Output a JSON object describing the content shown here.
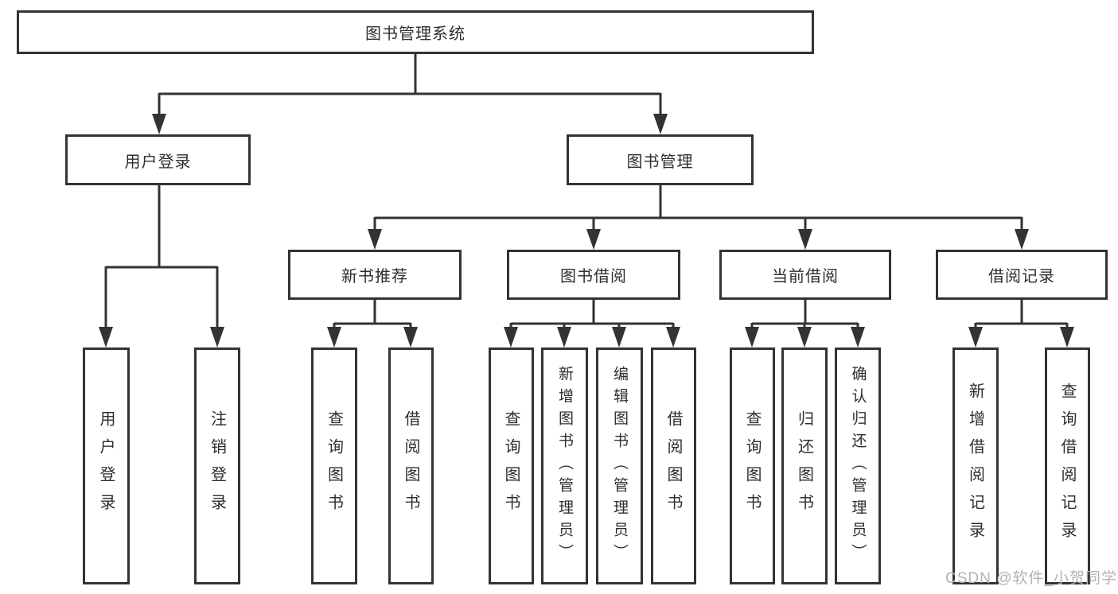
{
  "diagram": {
    "title": "图书管理系统",
    "root": {
      "label": "图书管理系统"
    },
    "branches": [
      {
        "label": "用户登录",
        "children": [
          {
            "label": "用户登录"
          },
          {
            "label": "注销登录"
          }
        ]
      },
      {
        "label": "图书管理",
        "children": [
          {
            "label": "新书推荐",
            "children": [
              {
                "label": "查询图书"
              },
              {
                "label": "借阅图书"
              }
            ]
          },
          {
            "label": "图书借阅",
            "children": [
              {
                "label": "查询图书"
              },
              {
                "label": "新增图书（管理员）"
              },
              {
                "label": "编辑图书（管理员）"
              },
              {
                "label": "借阅图书"
              }
            ]
          },
          {
            "label": "当前借阅",
            "children": [
              {
                "label": "查询图书"
              },
              {
                "label": "归还图书"
              },
              {
                "label": "确认归还（管理员）"
              }
            ]
          },
          {
            "label": "借阅记录",
            "children": [
              {
                "label": "新增借阅记录"
              },
              {
                "label": "查询借阅记录"
              }
            ]
          }
        ]
      }
    ]
  },
  "watermark": {
    "text": "CSDN @软件_小贺同学"
  },
  "colors": {
    "line": "#333333",
    "text": "#2e2e2e",
    "background": "#ffffff",
    "watermark": "#b3b3b3"
  }
}
